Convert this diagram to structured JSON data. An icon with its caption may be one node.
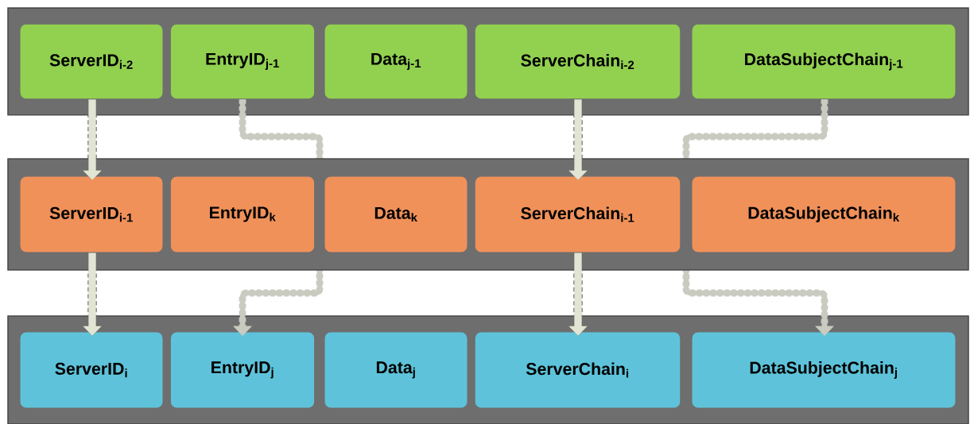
{
  "diagram": {
    "nodes": [
      {
        "text": [],
        "shape": "box"
      },
      {
        "text": [
          "ServerID$_{i-2}$"
        ],
        "in": 0
      },
      {
        "text": [
          "EntryID$_{j-1}$"
        ],
        "in": 0
      },
      {
        "text": [
          "Data$_{j-1}$"
        ],
        "in": 0
      },
      {
        "text": [
          "ServerChain$_{i-2}$"
        ],
        "in": 0
      },
      {
        "text": [
          "DataSubjectChain$_{j-1}$"
        ],
        "in": 0
      },
      {
        "text": [],
        "shape": "box"
      },
      {
        "text": [
          "ServerID$_{i-1}$"
        ],
        "in": 6
      },
      {
        "text": [
          "EntryID$_{k}$"
        ],
        "in": 6
      },
      {
        "text": [
          "Data$_{k}$"
        ],
        "in": 6
      },
      {
        "text": [
          "ServerChain$_{i-1}$"
        ],
        "in": 6
      },
      {
        "text": [
          "DataSubjectChain$_{k}$"
        ],
        "in": 6
      },
      {
        "text": [],
        "shape": "box"
      },
      {
        "text": [
          "ServerID$_{i}$"
        ],
        "in": 12
      },
      {
        "text": [
          "EntryID$_{j}$"
        ],
        "in": 12
      },
      {
        "text": [
          "Data$_{j}$"
        ],
        "in": 12
      },
      {
        "text": [
          "ServerChain$_{i}$"
        ],
        "in": 12
      },
      {
        "text": [
          "DataSubjectChain$_{j}$"
        ],
        "in": 12
      }
    ],
    "edges": [
      {
        "from": 1,
        "to": 7,
        "arrow": "to",
        "style": "dashed"
      },
      {
        "from": 7,
        "to": 13,
        "arrow": "to",
        "style": "dashed"
      },
      {
        "from": 4,
        "to": 10,
        "arrow": "to",
        "style": "dashed"
      },
      {
        "from": 10,
        "to": 16,
        "arrow": "to",
        "style": "dashed"
      },
      {
        "from": 2,
        "to": 14,
        "arrow": "to",
        "style": "dashed",
        "color": "#c9cbc0"
      },
      {
        "from": 5,
        "to": 17,
        "arrow": "to",
        "style": "dashed",
        "color": "#c9cbc0"
      }
    ]
  }
}
